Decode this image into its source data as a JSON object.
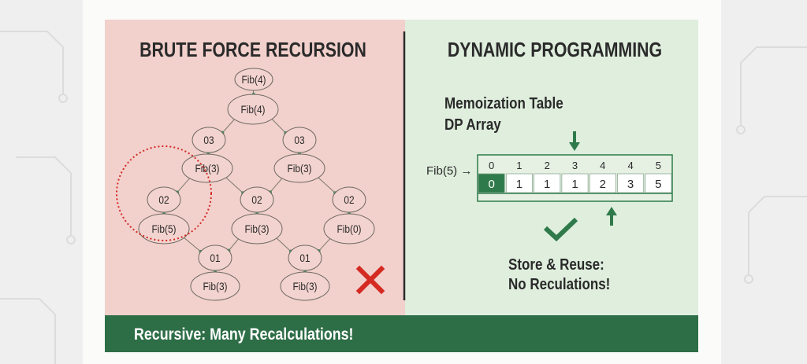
{
  "left": {
    "title": "BRUTE FORCE RECURSION",
    "nodes": [
      "Fib(4)",
      "Fib(4)",
      "03",
      "03",
      "Fib(3)",
      "Fib(3)",
      "02",
      "02",
      "02",
      "Fib(5)",
      "Fib(3)",
      "Fib(0)",
      "01",
      "01",
      "Fib(3)",
      "Fib(3)"
    ],
    "status_icon": "x-mark-icon"
  },
  "right": {
    "title": "DYNAMIC PROGRAMMING",
    "subtitle_line1": "Memoization Table",
    "subtitle_line2": "DP Array",
    "row_label": "Fib(5) →",
    "indices": [
      "0",
      "1",
      "2",
      "3",
      "4",
      "4",
      "5"
    ],
    "values": [
      "0",
      "1",
      "1",
      "1",
      "2",
      "3",
      "5"
    ],
    "caption_line1": "Store & Reuse:",
    "caption_line2": "No Reculations!",
    "status_icon": "checkmark-icon"
  },
  "footer": {
    "text": "Recursive: Many Recalculations!"
  },
  "colors": {
    "red_panel": "#f2d0cc",
    "green_panel": "#dfeedd",
    "accent_green": "#2f7a4a",
    "footer_green": "#2e6e47",
    "red": "#d42a22"
  }
}
